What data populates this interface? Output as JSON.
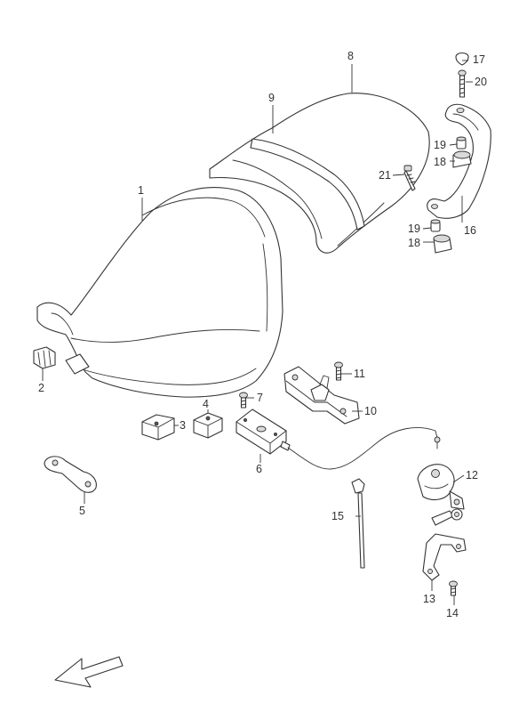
{
  "callouts": {
    "c1": "1",
    "c2": "2",
    "c3": "3",
    "c4": "4",
    "c5": "5",
    "c6": "6",
    "c7": "7",
    "c8": "8",
    "c9": "9",
    "c10": "10",
    "c11": "11",
    "c12": "12",
    "c13": "13",
    "c14": "14",
    "c15": "15",
    "c16": "16",
    "c17": "17",
    "c18a": "18",
    "c18b": "18",
    "c19a": "19",
    "c19b": "19",
    "c20": "20",
    "c21": "21"
  },
  "icons": {
    "direction": "front-direction-arrow-icon"
  },
  "colors": {
    "line": "#333333",
    "background": "#ffffff"
  }
}
